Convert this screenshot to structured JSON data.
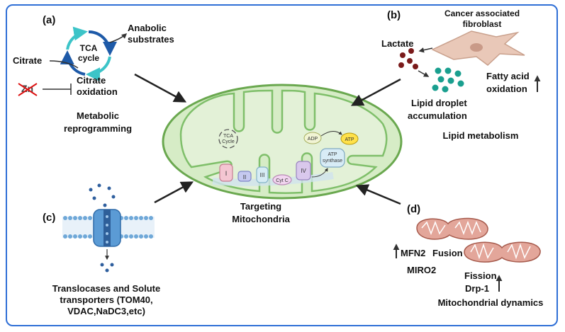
{
  "panels": {
    "a": {
      "tag": "(a)",
      "tca_line1": "TCA",
      "tca_line2": "cycle",
      "citrate": "Citrate",
      "anabolic_line1": "Anabolic",
      "anabolic_line2": "substrates",
      "zn": "Zn",
      "citrate_ox_line1": "Citrate",
      "citrate_ox_line2": "oxidation",
      "title_line1": "Metabolic",
      "title_line2": "reprogramming"
    },
    "b": {
      "tag": "(b)",
      "caf_line1": "Cancer associated",
      "caf_line2": "fibroblast",
      "lactate": "Lactate",
      "fa_line1": "Fatty acid",
      "fa_line2": "oxidation",
      "lipid_line1": "Lipid droplet",
      "lipid_line2": "accumulation",
      "title": "Lipid metabolism"
    },
    "c": {
      "tag": "(c)",
      "title_line1": "Translocases and Solute",
      "title_line2": "transporters (TOM40,",
      "title_line3": "VDAC,NaDC3,etc)"
    },
    "d": {
      "tag": "(d)",
      "fusion": "Fusion",
      "mfn2": "MFN2",
      "miro2": "MIRO2",
      "fission": "Fission",
      "drp1": "Drp-1",
      "title": "Mitochondrial dynamics"
    },
    "center": {
      "label_line1": "Targeting",
      "label_line2": "Mitochondria",
      "tca_line1": "TCA",
      "tca_line2": "Cycle",
      "complex1": "I",
      "complex2": "II",
      "complex3": "III",
      "cytc": "Cyt C",
      "complex4": "IV",
      "atp_synthase_line1": "ATP",
      "atp_synthase_line2": "synthase",
      "adp": "ADP",
      "atp": "ATP"
    }
  },
  "colors": {
    "border": "#2f6fd6",
    "mito_outer": "#d6ecc6",
    "mito_stroke": "#6aa84f",
    "tca_arrow": "#1e5aa8",
    "tca_arrow2": "#3cc4c8",
    "lactate_dots": "#7a1a1a",
    "lipid_dots": "#1a9f8f",
    "fibroblast": "#e9c8b8",
    "membrane": "#6fa8d8",
    "transporter": "#5b9bd5",
    "mito_pink": "#e3a69a"
  }
}
